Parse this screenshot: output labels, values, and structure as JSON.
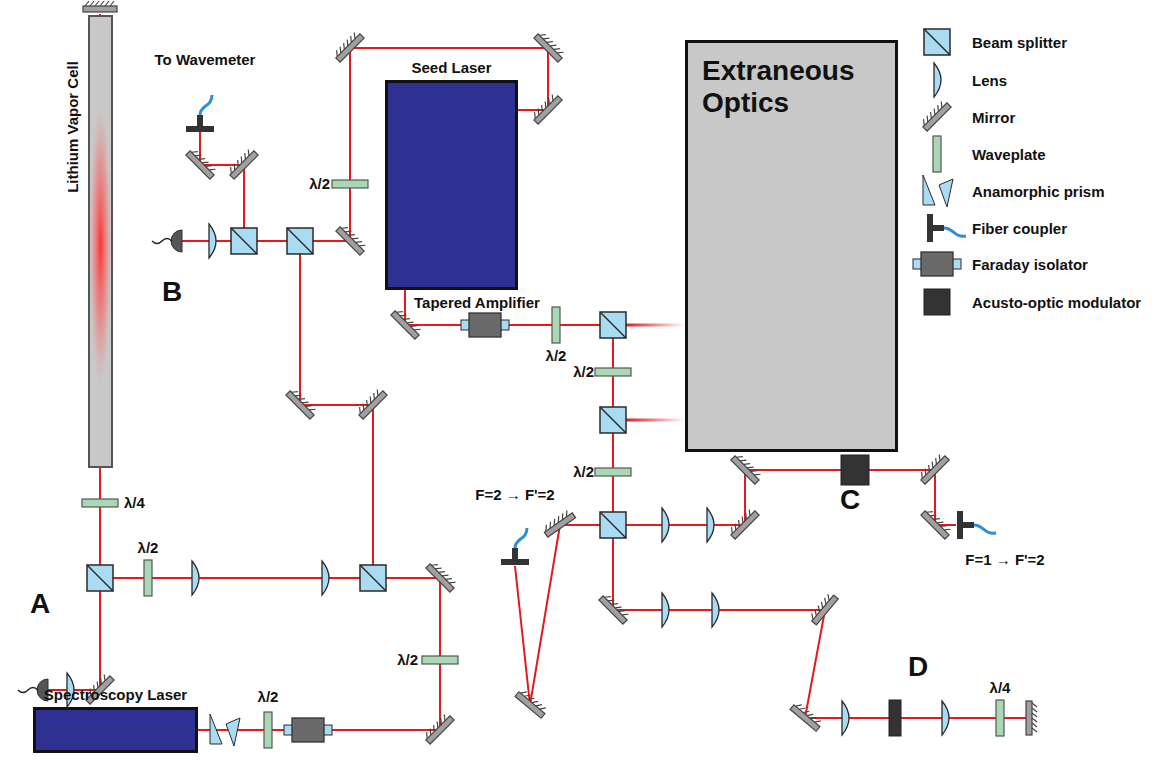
{
  "diagram": {
    "nodes": [
      {
        "text": [
          "Lithium Vapor Cell"
        ]
      },
      {
        "text": [
          "Seed Laser"
        ]
      },
      {
        "text": [
          "Extraneous Optics"
        ]
      },
      {
        "text": [
          "Spectroscopy Laser"
        ]
      }
    ],
    "labels": [
      "To Wavemeter",
      "λ/2",
      "B",
      "Tapered Amplifier",
      "λ/2",
      "λ/2",
      "λ/4",
      "A",
      "λ/2",
      "λ/2",
      "F=2 → F'=2",
      "C",
      "F=1 → F'=2",
      "λ/2",
      "D",
      "λ/4",
      "λ/2"
    ],
    "legend": [
      {
        "text": "Beam splitter"
      },
      {
        "text": "Lens"
      },
      {
        "text": "Mirror"
      },
      {
        "text": "Waveplate"
      },
      {
        "text": "Anamorphic prism"
      },
      {
        "text": "Fiber coupler"
      },
      {
        "text": "Faraday isolator"
      },
      {
        "text": "Acusto-optic modulator"
      }
    ]
  }
}
